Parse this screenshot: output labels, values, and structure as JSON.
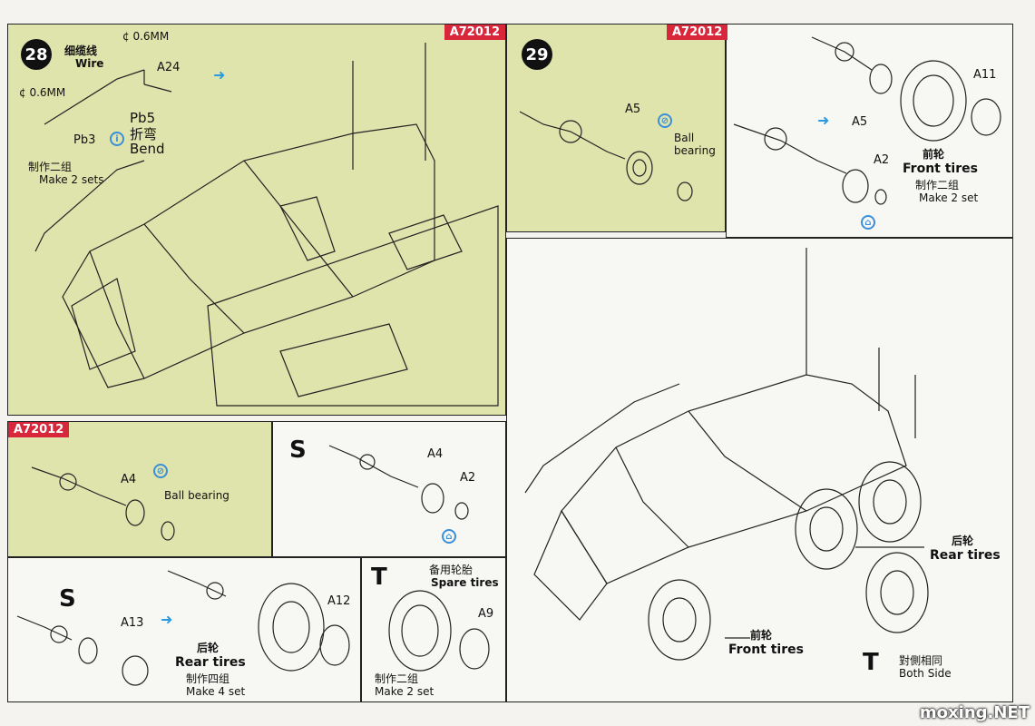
{
  "step28": {
    "number": "28",
    "code": "A72012",
    "wire_cn": "细缆线",
    "wire_en": "Wire",
    "diam1": "¢ 0.6MM",
    "diam2": "¢ 0.6MM",
    "a24": "A24",
    "pb3": "Pb3",
    "pb5": "Pb5",
    "bend_cn": "折弯",
    "bend_en": "Bend",
    "make_cn": "制作二组",
    "make_en": "Make 2 sets"
  },
  "step29": {
    "number": "29",
    "code": "A72012",
    "a5_left": "A5",
    "ball_bearing": "Ball bearing",
    "a11": "A11",
    "a5_right": "A5",
    "a2": "A2",
    "front_cn": "前轮",
    "front_en": "Front tires",
    "make_cn": "制作二组",
    "make_en": "Make 2 set"
  },
  "sub_a4": {
    "code": "A72012",
    "a4": "A4",
    "ball_bearing": "Ball bearing"
  },
  "sub_s_top": {
    "letter": "S",
    "a4": "A4",
    "a2": "A2"
  },
  "sub_s_bottom": {
    "letter": "S",
    "a13": "A13",
    "a12": "A12",
    "rear_cn": "后轮",
    "rear_en": "Rear tires",
    "make_cn": "制作四组",
    "make_en": "Make 4 set"
  },
  "sub_t": {
    "letter": "T",
    "spare_cn": "备用轮胎",
    "spare_en": "Spare tires",
    "a9": "A9",
    "make_cn": "制作二组",
    "make_en": "Make 2 set"
  },
  "main_view": {
    "rear_cn": "后轮",
    "rear_en": "Rear tires",
    "front_cn": "前轮",
    "front_en": "Front tires",
    "t_letter": "T",
    "both_cn": "對側相同",
    "both_en": "Both Side"
  },
  "watermark": "moxing.NET"
}
